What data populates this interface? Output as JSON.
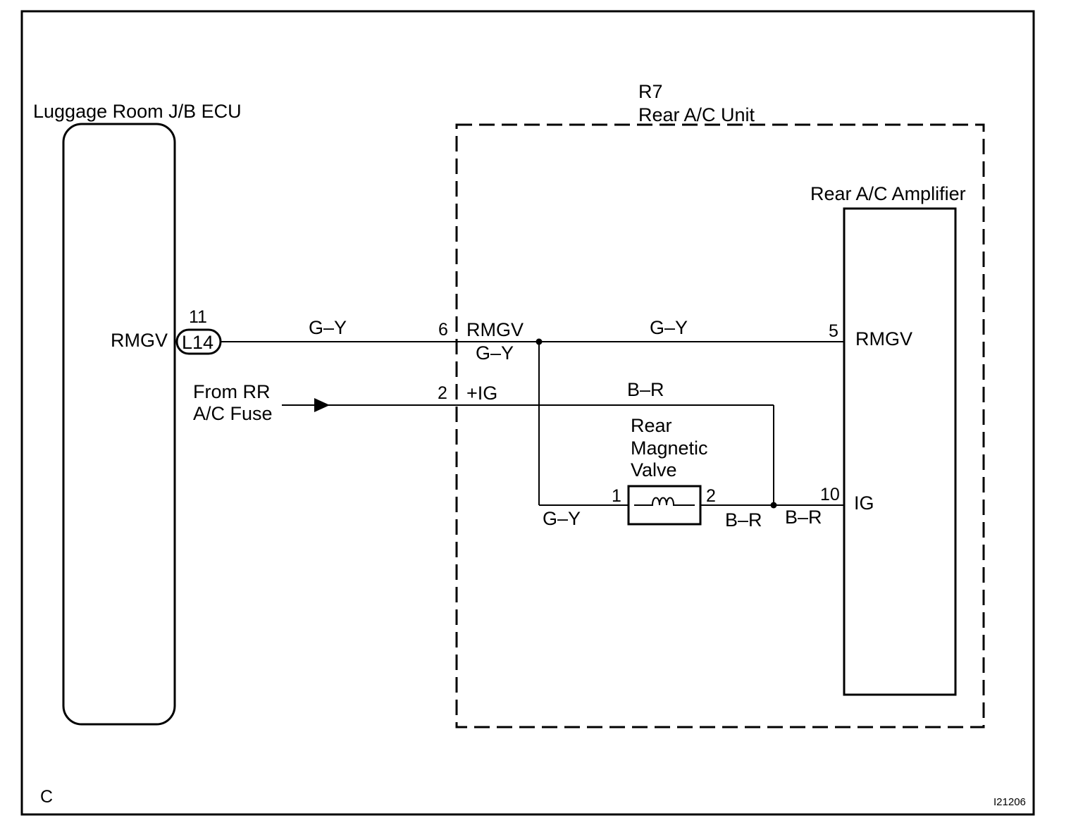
{
  "frame": {
    "corner_label": "C",
    "figure_code": "I21206"
  },
  "ecu": {
    "title": "Luggage Room J/B ECU",
    "terminal_label": "RMGV",
    "connector": "L14",
    "pin": "11"
  },
  "unit": {
    "code": "R7",
    "title": "Rear A/C Unit",
    "pin_rmgv": "6",
    "label_rmgv": "RMGV",
    "pin_ig": "2",
    "label_ig": "+IG"
  },
  "amplifier": {
    "title": "Rear A/C Amplifier",
    "pin_rmgv": "5",
    "label_rmgv": "RMGV",
    "pin_ig": "10",
    "label_ig": "IG"
  },
  "valve": {
    "title_line1": "Rear",
    "title_line2": "Magnetic",
    "title_line3": "Valve",
    "pin1": "1",
    "pin2": "2"
  },
  "fuse_source": {
    "line1": "From RR",
    "line2": "A/C Fuse"
  },
  "wires": {
    "w_ecu_unit": "G–Y",
    "w_unit_amp": "G–Y",
    "w_unit_inner": "G–Y",
    "w_ig_top": "B–R",
    "w_valve_left": "G–Y",
    "w_valve_right": "B–R",
    "w_amp_ig": "B–R"
  },
  "colors": {
    "line": "#000000",
    "background": "#ffffff"
  }
}
